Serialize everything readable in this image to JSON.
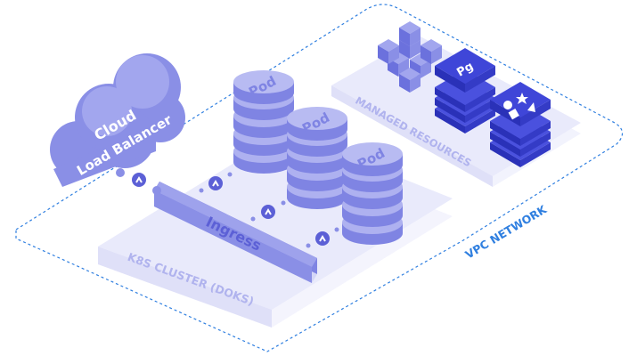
{
  "cloud": {
    "line1": "Cloud",
    "line2": "Load Balancer"
  },
  "vpc": {
    "label": "VPC NETWORK"
  },
  "cluster": {
    "label": "K8S CLUSTER (DOKS)"
  },
  "ingress": {
    "label": "Ingress"
  },
  "managed": {
    "label": "MANAGED RESOURCES",
    "pg_label": "Pg"
  },
  "pods": [
    {
      "label": "Pod"
    },
    {
      "label": "Pod"
    },
    {
      "label": "Pod"
    }
  ],
  "colors": {
    "primary": "#8a8fe6",
    "primary_dark": "#5c60d6",
    "indigo": "#3f46d8",
    "indigo_dark": "#2a31b8",
    "light_panel": "#eeeffc",
    "vpc_blue": "#2f7fe0",
    "white": "#ffffff"
  }
}
